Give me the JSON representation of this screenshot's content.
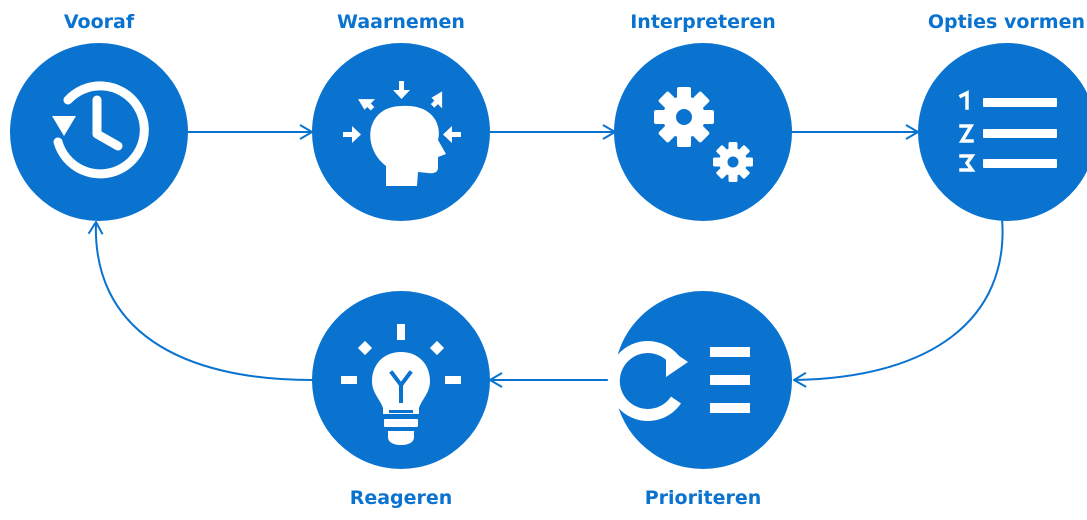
{
  "colors": {
    "accent": "#0a73cf",
    "icon": "#ffffff",
    "background": "#ffffff"
  },
  "steps": [
    {
      "label": "Vooraf",
      "icon": "history-clock-icon"
    },
    {
      "label": "Waarnemen",
      "icon": "perception-head-icon"
    },
    {
      "label": "Interpreteren",
      "icon": "gears-icon"
    },
    {
      "label": "Opties vormen",
      "icon": "numbered-list-icon"
    },
    {
      "label": "Prioriteren",
      "icon": "reorder-list-icon"
    },
    {
      "label": "Reageren",
      "icon": "lightbulb-icon"
    }
  ],
  "connections": [
    {
      "from": "Vooraf",
      "to": "Waarnemen"
    },
    {
      "from": "Waarnemen",
      "to": "Interpreteren"
    },
    {
      "from": "Interpreteren",
      "to": "Opties vormen"
    },
    {
      "from": "Opties vormen",
      "to": "Prioriteren"
    },
    {
      "from": "Prioriteren",
      "to": "Reageren"
    },
    {
      "from": "Reageren",
      "to": "Vooraf"
    }
  ]
}
